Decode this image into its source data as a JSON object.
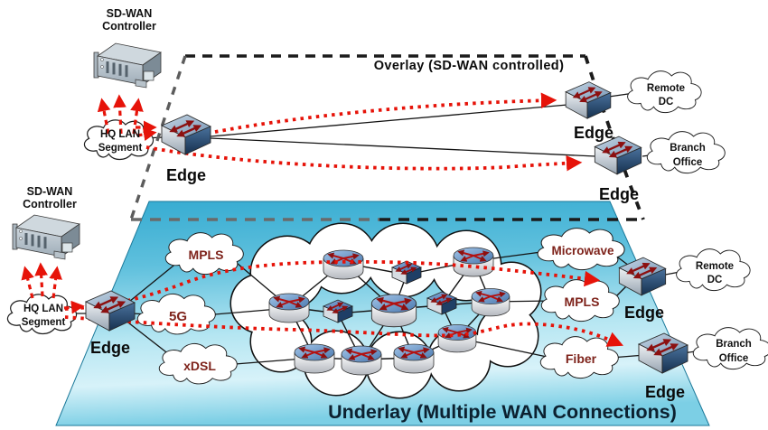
{
  "titles": {
    "overlay": "Overlay (SD-WAN controlled)",
    "underlay": "Underlay (Multiple WAN Connections)"
  },
  "controllers": {
    "top": {
      "line1": "SD-WAN",
      "line2": "Controller"
    },
    "left": {
      "line1": "SD-WAN",
      "line2": "Controller"
    }
  },
  "overlay": {
    "hq_cloud": {
      "line1": "HQ LAN",
      "line2": "Segment"
    },
    "hq_edge": "Edge",
    "remote_dc": {
      "line1": "Remote",
      "line2": "DC"
    },
    "remote_dc_edge": "Edge",
    "branch": {
      "line1": "Branch",
      "line2": "Office"
    },
    "branch_edge": "Edge"
  },
  "underlay": {
    "hq_cloud": {
      "line1": "HQ LAN",
      "line2": "Segment"
    },
    "hq_edge": "Edge",
    "wan_left": {
      "0": "MPLS",
      "1": "5G",
      "2": "xDSL"
    },
    "wan_right": {
      "0": "Microwave",
      "1": "MPLS",
      "2": "Fiber"
    },
    "remote_dc": {
      "line1": "Remote",
      "line2": "DC"
    },
    "remote_dc_edge": "Edge",
    "branch": {
      "line1": "Branch",
      "line2": "Office"
    },
    "branch_edge": "Edge"
  },
  "colors": {
    "path_red": "#e61309",
    "wan_label_maroon": "#7e231b",
    "underlay_cyan_top": "#35abd1",
    "underlay_cyan_light": "#d7f2f9",
    "overlay_border_black": "#1b1b1b",
    "overlay_border_gray": "#5c5c5c",
    "underlay_title_color": "#0c2130"
  }
}
